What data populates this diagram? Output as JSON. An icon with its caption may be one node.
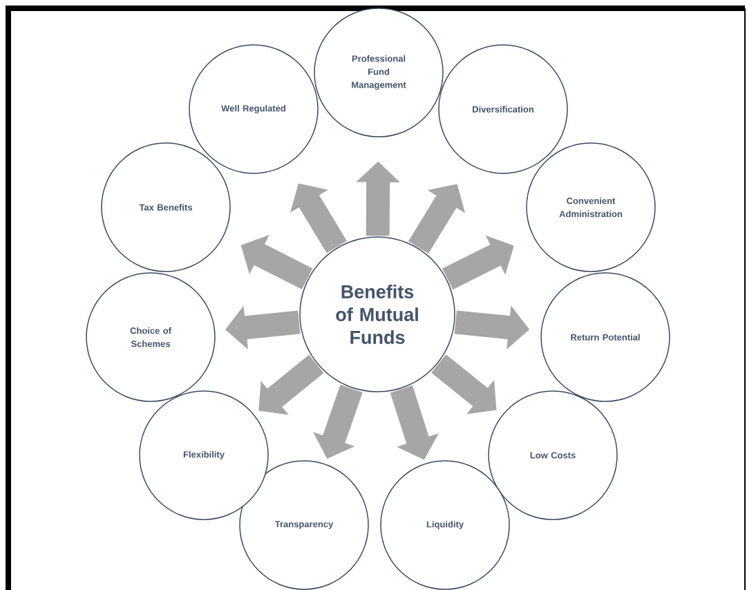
{
  "diagram": {
    "nodes": [
      {
        "text": [
          "Benefits of Mutual Funds"
        ]
      },
      {
        "text": [
          "Professional Fund Management"
        ]
      },
      {
        "text": [
          "Diversification"
        ]
      },
      {
        "text": [
          "Convenient Administration"
        ]
      },
      {
        "text": [
          "Return Potential"
        ]
      },
      {
        "text": [
          "Low Costs"
        ]
      },
      {
        "text": [
          "Liquidity"
        ]
      },
      {
        "text": [
          "Transparency"
        ]
      },
      {
        "text": [
          "Flexibility"
        ]
      },
      {
        "text": [
          "Choice of Schemes"
        ]
      },
      {
        "text": [
          "Tax Benefits"
        ]
      },
      {
        "text": [
          "Well Regulated"
        ]
      }
    ],
    "edges": [
      {
        "from": 0,
        "to": 1,
        "arrow": "to"
      },
      {
        "from": 0,
        "to": 2,
        "arrow": "to"
      },
      {
        "from": 0,
        "to": 3,
        "arrow": "to"
      },
      {
        "from": 0,
        "to": 4,
        "arrow": "to"
      },
      {
        "from": 0,
        "to": 5,
        "arrow": "to"
      },
      {
        "from": 0,
        "to": 6,
        "arrow": "to"
      },
      {
        "from": 0,
        "to": 7,
        "arrow": "to"
      },
      {
        "from": 0,
        "to": 8,
        "arrow": "to"
      },
      {
        "from": 0,
        "to": 9,
        "arrow": "to"
      },
      {
        "from": 0,
        "to": 10,
        "arrow": "to"
      },
      {
        "from": 0,
        "to": 11,
        "arrow": "to"
      }
    ]
  }
}
